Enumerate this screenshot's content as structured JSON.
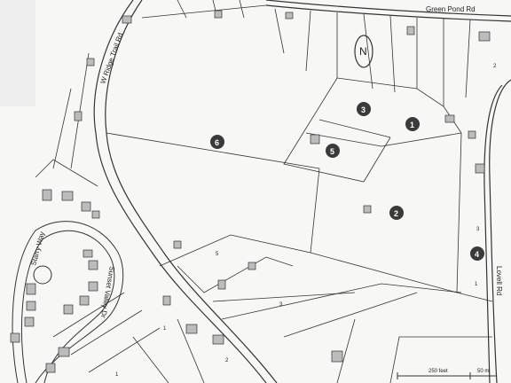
{
  "roads": {
    "green_pond": "Green Pond Rd",
    "w_ridge_trail": "W Ridge Trail Rd",
    "lovell": "Lovell Rd",
    "sunset_valley": "Sunset Valley Dr",
    "starry_way": "Starry Way"
  },
  "parcels": [
    {
      "id": "1",
      "label": "1"
    },
    {
      "id": "2",
      "label": "2"
    },
    {
      "id": "3",
      "label": "3"
    },
    {
      "id": "4",
      "label": "4"
    },
    {
      "id": "5",
      "label": "5"
    },
    {
      "id": "6",
      "label": "6"
    }
  ],
  "lot_numbers": [
    "2",
    "3",
    "1",
    "5",
    "3",
    "1",
    "2",
    "1"
  ],
  "scale": {
    "ft": "250 feet",
    "m": "50 m"
  },
  "north_arrow": "N",
  "colors": {
    "marker": "#3a3a3a",
    "lines": "#333333"
  }
}
